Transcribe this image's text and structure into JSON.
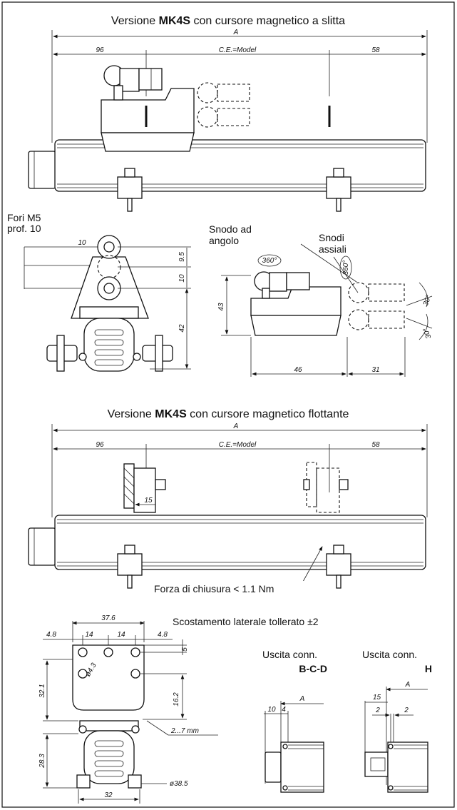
{
  "section1": {
    "title_pre": "Versione ",
    "title_bold": "MK4S",
    "title_post": " con cursore magnetico a slitta",
    "dim_total": "A",
    "dim_left": "96",
    "dim_mid": "C.E.=Model",
    "dim_right": "58"
  },
  "section2": {
    "holes_label_1": "Fori M5",
    "holes_label_2": "prof. 10",
    "dim_top": "10",
    "dim_9_5": "9.5",
    "dim_10": "10",
    "dim_42": "42",
    "joint_angle_1": "Snodo ad",
    "joint_angle_2": "angolo",
    "joint_axial_1": "Snodi",
    "joint_axial_2": "assiali",
    "rot_1": "360°",
    "rot_2": "360°",
    "dim_43": "43",
    "dim_46": "46",
    "dim_31": "31",
    "ang_1": "30°",
    "ang_2": "30°"
  },
  "section3": {
    "title_pre": "Versione ",
    "title_bold": "MK4S",
    "title_post": " con cursore magnetico flottante",
    "dim_total": "A",
    "dim_left": "96",
    "dim_mid": "C.E.=Model",
    "dim_right": "58",
    "dim_15": "15",
    "torque": "Forza di chiusura < 1.1 Nm"
  },
  "section4": {
    "tolerance": "Scostamento laterale tollerato ±2",
    "dim_37_6": "37.6",
    "dim_4_8a": "4.8",
    "dim_14a": "14",
    "dim_14b": "14",
    "dim_4_8b": "4.8",
    "dim_5": "5",
    "dim_32_1": "32.1",
    "dim_hole": "ø4.3",
    "dim_16_2": "16.2",
    "dim_gap": "2...7 mm",
    "dim_28_3": "28.3",
    "dim_38_5": "ø38.5",
    "dim_32": "32",
    "out1_1": "Uscita conn.",
    "out1_2": "B-C-D",
    "out2_1": "Uscita conn.",
    "out2_2": "H",
    "o1_A": "A",
    "o1_10": "10",
    "o1_4": "4",
    "o2_15": "15",
    "o2_A": "A",
    "o2_2a": "2",
    "o2_2b": "2"
  }
}
